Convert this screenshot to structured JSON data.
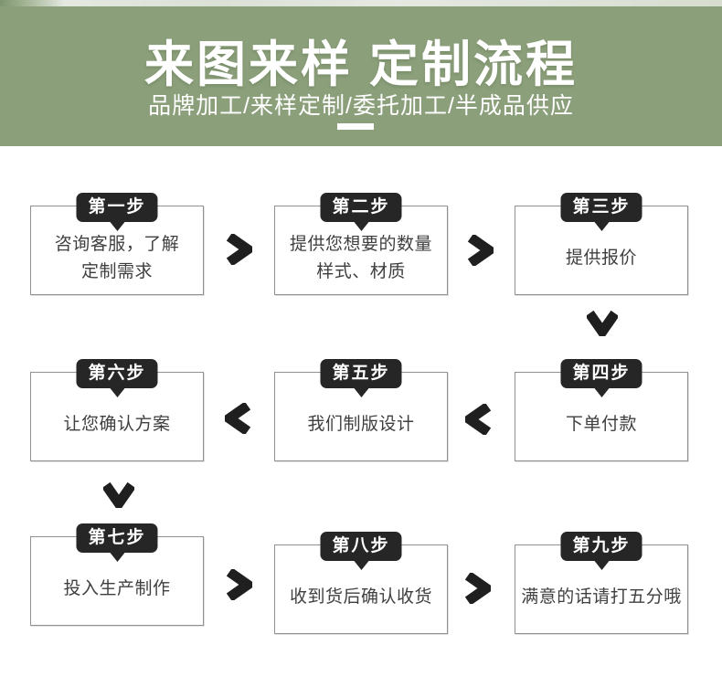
{
  "colors": {
    "header_green": "#8C9F7B",
    "badge_black": "#262626",
    "arrow_black": "#1F1F1F",
    "box_border": "#919191",
    "box_text": "#3F3F3F"
  },
  "header": {
    "title": "来图来样 定制流程",
    "subtitle": "品牌加工/来样定制/委托加工/半成品供应"
  },
  "steps": [
    {
      "badge": "第一步",
      "text": "咨询客服，了解\n定制需求"
    },
    {
      "badge": "第二步",
      "text": "提供您想要的数量\n样式、材质"
    },
    {
      "badge": "第三步",
      "text": "提供报价"
    },
    {
      "badge": "第四步",
      "text": "下单付款"
    },
    {
      "badge": "第五步",
      "text": "我们制版设计"
    },
    {
      "badge": "第六步",
      "text": "让您确认方案"
    },
    {
      "badge": "第七步",
      "text": "投入生产制作"
    },
    {
      "badge": "第八步",
      "text": "收到货后确认收货"
    },
    {
      "badge": "第九步",
      "text": "满意的话请打五分哦"
    }
  ]
}
